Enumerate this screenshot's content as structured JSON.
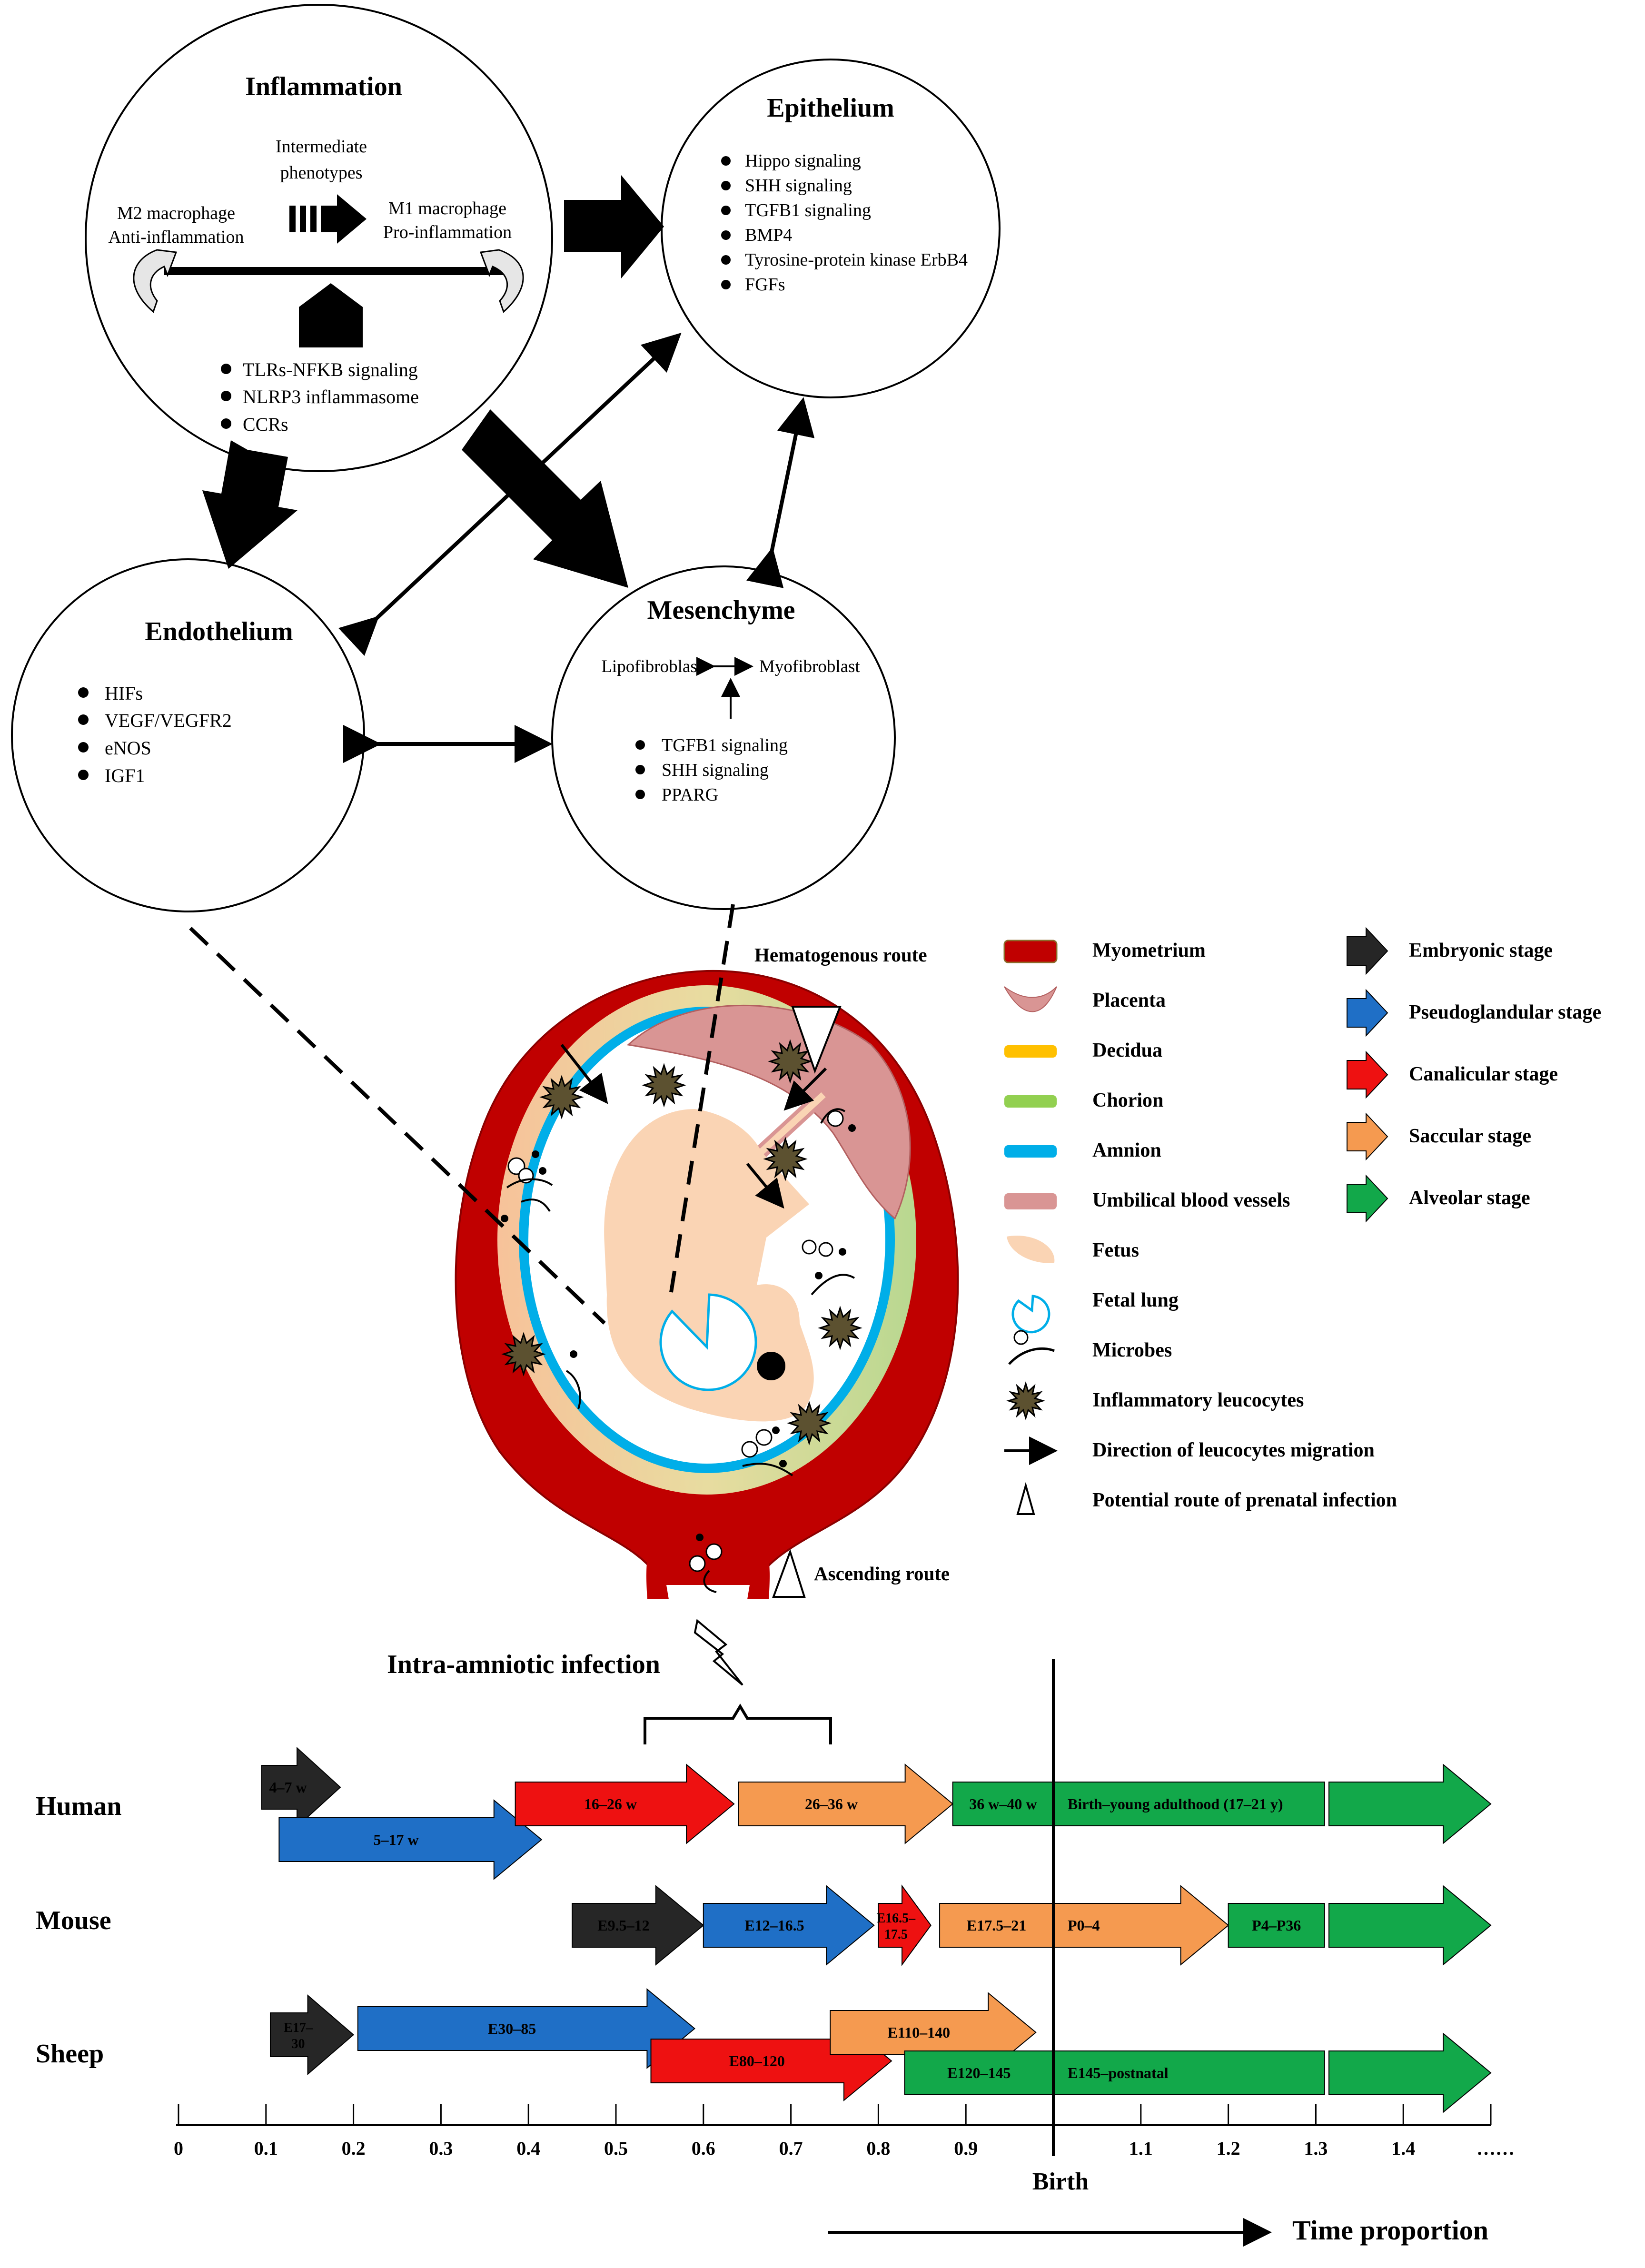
{
  "inflammation": {
    "title": "Inflammation",
    "intermediate": [
      "Intermediate",
      "phenotypes"
    ],
    "m2": [
      "M2 macrophage",
      "Anti-inflammation"
    ],
    "m1": [
      "M1 macrophage",
      "Pro-inflammation"
    ],
    "bullets": [
      "TLRs-NFKB signaling",
      "NLRP3 inflammasome",
      "CCRs"
    ]
  },
  "epithelium": {
    "title": "Epithelium",
    "bullets": [
      "Hippo signaling",
      "SHH signaling",
      "TGFB1 signaling",
      "BMP4",
      "Tyrosine-protein kinase ErbB4",
      "FGFs"
    ]
  },
  "endothelium": {
    "title": "Endothelium",
    "bullets": [
      "HIFs",
      "VEGF/VEGFR2",
      "eNOS",
      "IGF1"
    ]
  },
  "mesenchyme": {
    "title": "Mesenchyme",
    "lipo": "Lipofibroblast",
    "myo": "Myofibroblast",
    "bullets": [
      "TGFB1 signaling",
      "SHH signaling",
      "PPARG"
    ]
  },
  "uterus": {
    "hematogenous": "Hematogenous route",
    "ascending": "Ascending route"
  },
  "legend": [
    {
      "label": "Myometrium",
      "icon": "myometrium-swatch"
    },
    {
      "label": "Placenta",
      "icon": "placenta-icon"
    },
    {
      "label": "Decidua",
      "icon": "decidua-swatch"
    },
    {
      "label": "Chorion",
      "icon": "chorion-swatch"
    },
    {
      "label": "Amnion",
      "icon": "amnion-swatch"
    },
    {
      "label": "Umbilical blood vessels",
      "icon": "umbilical-swatch"
    },
    {
      "label": "Fetus",
      "icon": "fetus-icon"
    },
    {
      "label": "Fetal lung",
      "icon": "fetal-lung-icon"
    },
    {
      "label": "Microbes",
      "icon": "microbes-icon"
    },
    {
      "label": "Inflammatory leucocytes",
      "icon": "leucocyte-icon"
    },
    {
      "label": "Direction of leucocytes migration",
      "icon": "arrow-icon"
    },
    {
      "label": "Potential route of prenatal infection",
      "icon": "triangle-icon"
    }
  ],
  "stages": [
    {
      "label": "Embryonic stage",
      "color": "#262626"
    },
    {
      "label": "Pseudoglandular stage",
      "color": "#1f6fc6"
    },
    {
      "label": "Canalicular stage",
      "color": "#ee1111"
    },
    {
      "label": "Saccular stage",
      "color": "#f59a50"
    },
    {
      "label": "Alveolar stage",
      "color": "#12a84a"
    }
  ],
  "timeline": {
    "infection_label": "Intra-amniotic infection",
    "species": [
      {
        "name": "Human",
        "bars": [
          {
            "label": "4–7 w",
            "stage": 0,
            "start": 0.095,
            "end": 0.185
          },
          {
            "label": "5–17 w",
            "stage": 1,
            "start": 0.115,
            "end": 0.415
          },
          {
            "label": "16–26 w",
            "stage": 2,
            "start": 0.385,
            "end": 0.635
          },
          {
            "label": "26–36 w",
            "stage": 3,
            "start": 0.64,
            "end": 0.885
          },
          {
            "label": "36 w–40 w",
            "stage": 4,
            "start": 0.885,
            "end": 1.0
          },
          {
            "label": "Birth–young adulthood (17–21 y)",
            "stage": 4,
            "start": 1.0,
            "end": 1.31
          },
          {
            "label": "",
            "stage": 4,
            "start": 1.315,
            "end": 1.5
          }
        ]
      },
      {
        "name": "Mouse",
        "bars": [
          {
            "label": "E9.5–12",
            "stage": 0,
            "start": 0.45,
            "end": 0.6
          },
          {
            "label": "E12–16.5",
            "stage": 1,
            "start": 0.6,
            "end": 0.795
          },
          {
            "label": "E16.5–\n17.5",
            "stage": 2,
            "start": 0.8,
            "end": 0.86
          },
          {
            "label": "E17.5–21",
            "stage": 3,
            "start": 0.87,
            "end": 1.0
          },
          {
            "label": "P0–4",
            "stage": 3,
            "start": 1.0,
            "end": 1.2
          },
          {
            "label": "P4–P36",
            "stage": 4,
            "start": 1.2,
            "end": 1.31
          },
          {
            "label": "",
            "stage": 4,
            "start": 1.315,
            "end": 1.5
          }
        ]
      },
      {
        "name": "Sheep",
        "bars": [
          {
            "label": "E17–\n30",
            "stage": 0,
            "start": 0.105,
            "end": 0.2
          },
          {
            "label": "E30–85",
            "stage": 1,
            "start": 0.205,
            "end": 0.59
          },
          {
            "label": "E80–120",
            "stage": 2,
            "start": 0.54,
            "end": 0.815
          },
          {
            "label": "E110–140",
            "stage": 3,
            "start": 0.745,
            "end": 0.98
          },
          {
            "label": "E120–145",
            "stage": 4,
            "start": 0.83,
            "end": 1.0
          },
          {
            "label": "E145–postnatal",
            "stage": 4,
            "start": 1.0,
            "end": 1.31
          },
          {
            "label": "",
            "stage": 4,
            "start": 1.315,
            "end": 1.5
          }
        ]
      }
    ],
    "ticks": [
      "0",
      "0.1",
      "0.2",
      "0.3",
      "0.4",
      "0.5",
      "0.6",
      "0.7",
      "0.8",
      "0.9",
      "1.1",
      "1.2",
      "1.3",
      "1.4"
    ],
    "ellipsis": "……",
    "birth": "Birth",
    "time_label": "Time proportion"
  }
}
